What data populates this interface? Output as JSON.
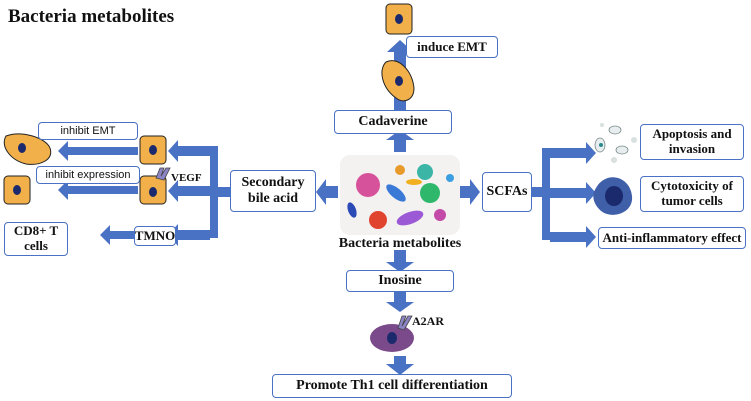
{
  "title": "Bacteria metabolites",
  "center_label": "Bacteria metabolites",
  "nodes": {
    "cadaverine": "Cadaverine",
    "induce_emt": "induce EMT",
    "secondary_bile_acid": "Secondary bile acid",
    "scfas": "SCFAs",
    "inosine": "Inosine",
    "a2ar": "A2AR",
    "promote_th1": "Promote Th1 cell differentiation",
    "inhibit_emt": "inhibit EMT",
    "inhibit_expression": "inhibit expression",
    "vegf": "VEGF",
    "tmno": "TMNO",
    "cd8_t_cells": "CD8+ T cells",
    "apoptosis_invasion": "Apoptosis and invasion",
    "cytotoxicity": "Cytotoxicity of tumor cells",
    "anti_inflammatory": "Anti-inflammatory effect"
  },
  "colors": {
    "arrow": "#4a72c4",
    "box_border": "#4a72c4",
    "cell_fill": "#f2b04a",
    "nucleus": "#1a2a6c",
    "th1_cell": "#7a4a8a"
  }
}
